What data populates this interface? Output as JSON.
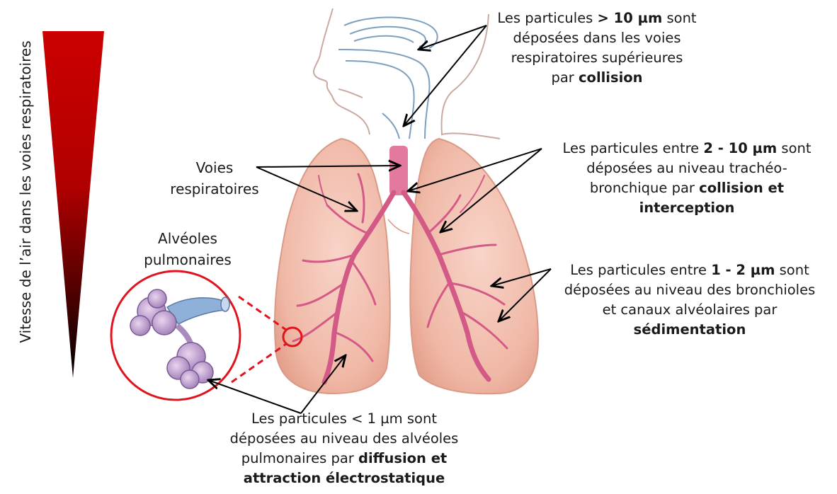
{
  "axis_label": "Vitesse de l’air dans les voies respiratoires",
  "labels": {
    "voies": [
      "Voies",
      "respiratoires"
    ],
    "alveoles": [
      "Alvéoles",
      "pulmonaires"
    ]
  },
  "annotations": {
    "gt10": {
      "l1_a": "Les particules ",
      "l1_b": "> 10 µm",
      "l1_c": " sont",
      "l2": "déposées dans les voies",
      "l3": "respiratoires supérieures",
      "l4_a": "par ",
      "l4_b": "collision"
    },
    "r2_10": {
      "l1_a": "Les particules entre ",
      "l1_b": "2 - 10 µm",
      "l1_c": " sont",
      "l2": "déposées au niveau trachéo-",
      "l3_a": "bronchique par ",
      "l3_b": "collision et",
      "l4": "interception"
    },
    "r1_2": {
      "l1_a": "Les particules entre ",
      "l1_b": "1 - 2 µm",
      "l1_c": " sont",
      "l2": "déposées au niveau des bronchioles",
      "l3": "et canaux alvéolaires par",
      "l4": "sédimentation"
    },
    "lt1": {
      "l1": "Les particules < 1 µm sont",
      "l2": "déposées au niveau des alvéoles",
      "l3_a": "pulmonaires par ",
      "l3_b": "diffusion et",
      "l4": "attraction électrostatique"
    }
  },
  "colors": {
    "gradient_top": "#cc0000",
    "gradient_bottom": "#000000",
    "lung_fill": "#f4c2b4",
    "lung_edge": "#d99a88",
    "trachea": "#e27aa0",
    "bronchi": "#d35a86",
    "airway_outline": "#7f9fbf",
    "face_outline": "#c9a9a0",
    "zoom_circle": "#e0141e",
    "arrow": "#000000"
  }
}
